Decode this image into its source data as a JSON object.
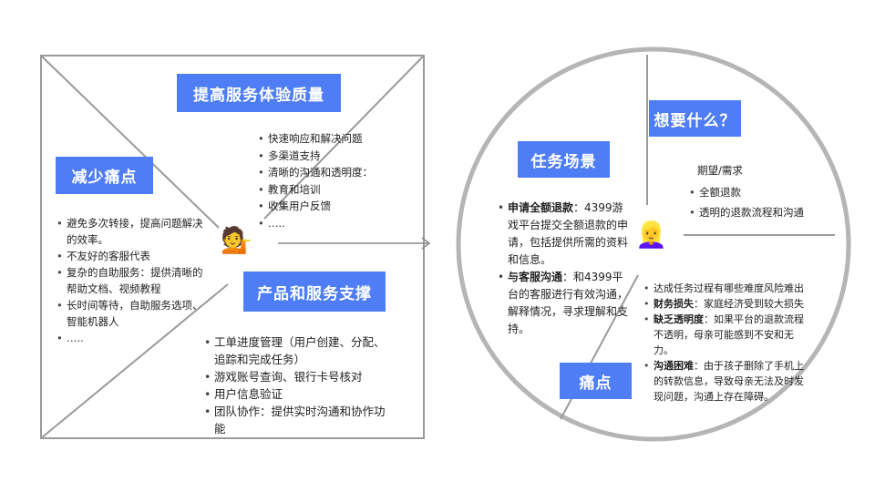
{
  "left_panel": {
    "title_top": "提高服务体验质量",
    "top_items": [
      "快速响应和解决问题",
      "多渠道支持",
      "清晰的沟通和透明度：",
      "教育和培训",
      "收集用户反馈",
      "….."
    ],
    "title_left": "减少痛点",
    "left_items": [
      "避免多次转接，提高问题解决的效率。",
      "不友好的客服代表",
      "复杂的自助服务：提供清晰的帮助文档、视频教程",
      "长时间等待，自助服务选项、智能机器人",
      "….."
    ],
    "title_bottom": "产品和服务支撑",
    "bottom_items": [
      "工单进度管理（用户创建、分配、追踪和完成任务）",
      "游戏账号查询、银行卡号核对",
      "用户信息验证",
      "团队协作：提供实时沟通和协作功能"
    ],
    "person_icon": "💁"
  },
  "right_panel": {
    "title_scene": "任务场景",
    "scene_items": [
      {
        "label": "申请全额退款",
        "text": "：4399游戏平台提交全额退款的申请，包括提供所需的资料和信息。"
      },
      {
        "label": "与客服沟通",
        "text": "：和4399平台的客服进行有效沟通，解释情况，寻求理解和支持。"
      }
    ],
    "title_want": "想要什么？",
    "want_heading": "期望/需求",
    "want_items": [
      "全额退款",
      "透明的退款流程和沟通"
    ],
    "title_pain": "痛点",
    "pain_items": [
      {
        "label": "",
        "text": "达成任务过程有哪些难度风险难出"
      },
      {
        "label": "财务损失",
        "text": "：家庭经济受到较大损失"
      },
      {
        "label": "缺乏透明度",
        "text": "：如果平台的退款流程不透明，母亲可能感到不安和无力。"
      },
      {
        "label": "沟通困难",
        "text": "：由于孩子删除了手机上的转款信息，导致母亲无法及时发现问题，沟通上存在障碍。"
      }
    ],
    "person_icon": "👱‍♀️"
  },
  "colors": {
    "accent": "#4f7df5",
    "line": "#9a9a9a"
  }
}
